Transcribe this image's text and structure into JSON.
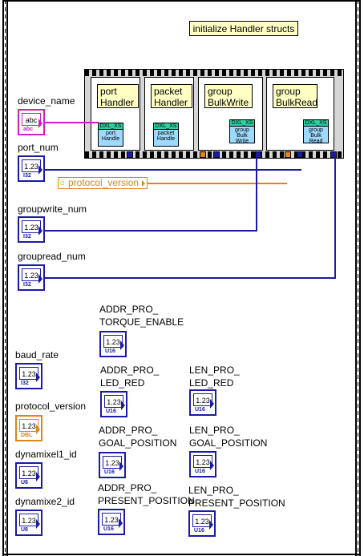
{
  "comment": "initialize Handler structs",
  "controls": {
    "device_name": {
      "label": "device_name",
      "inner": "abc",
      "dtype": "abc"
    },
    "port_num": {
      "label": "port_num",
      "inner": "1.23",
      "dtype": "I32"
    },
    "groupwrite_num": {
      "label": "groupwrite_num",
      "inner": "1.23",
      "dtype": "I32"
    },
    "groupread_num": {
      "label": "groupread_num",
      "inner": "1.23",
      "dtype": "I32"
    },
    "baud_rate": {
      "label": "baud_rate",
      "inner": "1.23",
      "dtype": "I32"
    },
    "protocol_version": {
      "label": "protocol_version",
      "inner": "1.23",
      "dtype": "DBL"
    },
    "dynamixel1_id": {
      "label": "dynamixel1_id",
      "inner": "1.23",
      "dtype": "U8"
    },
    "dynamixe2_id": {
      "label": "dynamixe2_id",
      "inner": "1.23",
      "dtype": "U8"
    },
    "addr_torque": {
      "label1": "ADDR_PRO_",
      "label2": "TORQUE_ENABLE",
      "inner": "1.23",
      "dtype": "U16"
    },
    "addr_led": {
      "label1": "ADDR_PRO_",
      "label2": "LED_RED",
      "inner": "1.23",
      "dtype": "U16"
    },
    "addr_goal": {
      "label1": "ADDR_PRO_",
      "label2": "GOAL_POSITION",
      "inner": "1.23",
      "dtype": "U16"
    },
    "addr_present": {
      "label1": "ADDR_PRO_",
      "label2": "PRESENT_POSITION",
      "inner": "1.23",
      "dtype": "U16"
    },
    "len_led": {
      "label1": "LEN_PRO_",
      "label2": "LED_RED",
      "inner": "1.23",
      "dtype": "U16"
    },
    "len_goal": {
      "label1": "LEN_PRO_",
      "label2": "GOAL_POSITION",
      "inner": "1.23",
      "dtype": "U16"
    },
    "len_present": {
      "label1": "LEN_PRO_",
      "label2": "PRESENT_POSITION",
      "inner": "1.23",
      "dtype": "U16"
    }
  },
  "local_variable": "protocol_version",
  "frames": [
    {
      "label1": "port",
      "label2": "Handler",
      "subvi_top": "DXL_XS",
      "subvi_body": "port Handle"
    },
    {
      "label1": "packet",
      "label2": "Handler",
      "subvi_top": "DXL_XS",
      "subvi_body": "packet Handle"
    },
    {
      "label1": "group",
      "label2": "BulkWrite",
      "subvi_top": "DXL_XS",
      "subvi_body": "group Bulk Write"
    },
    {
      "label1": "group",
      "label2": "BulkRead",
      "subvi_top": "DXL_XS",
      "subvi_body": "group Bulk Read"
    }
  ]
}
